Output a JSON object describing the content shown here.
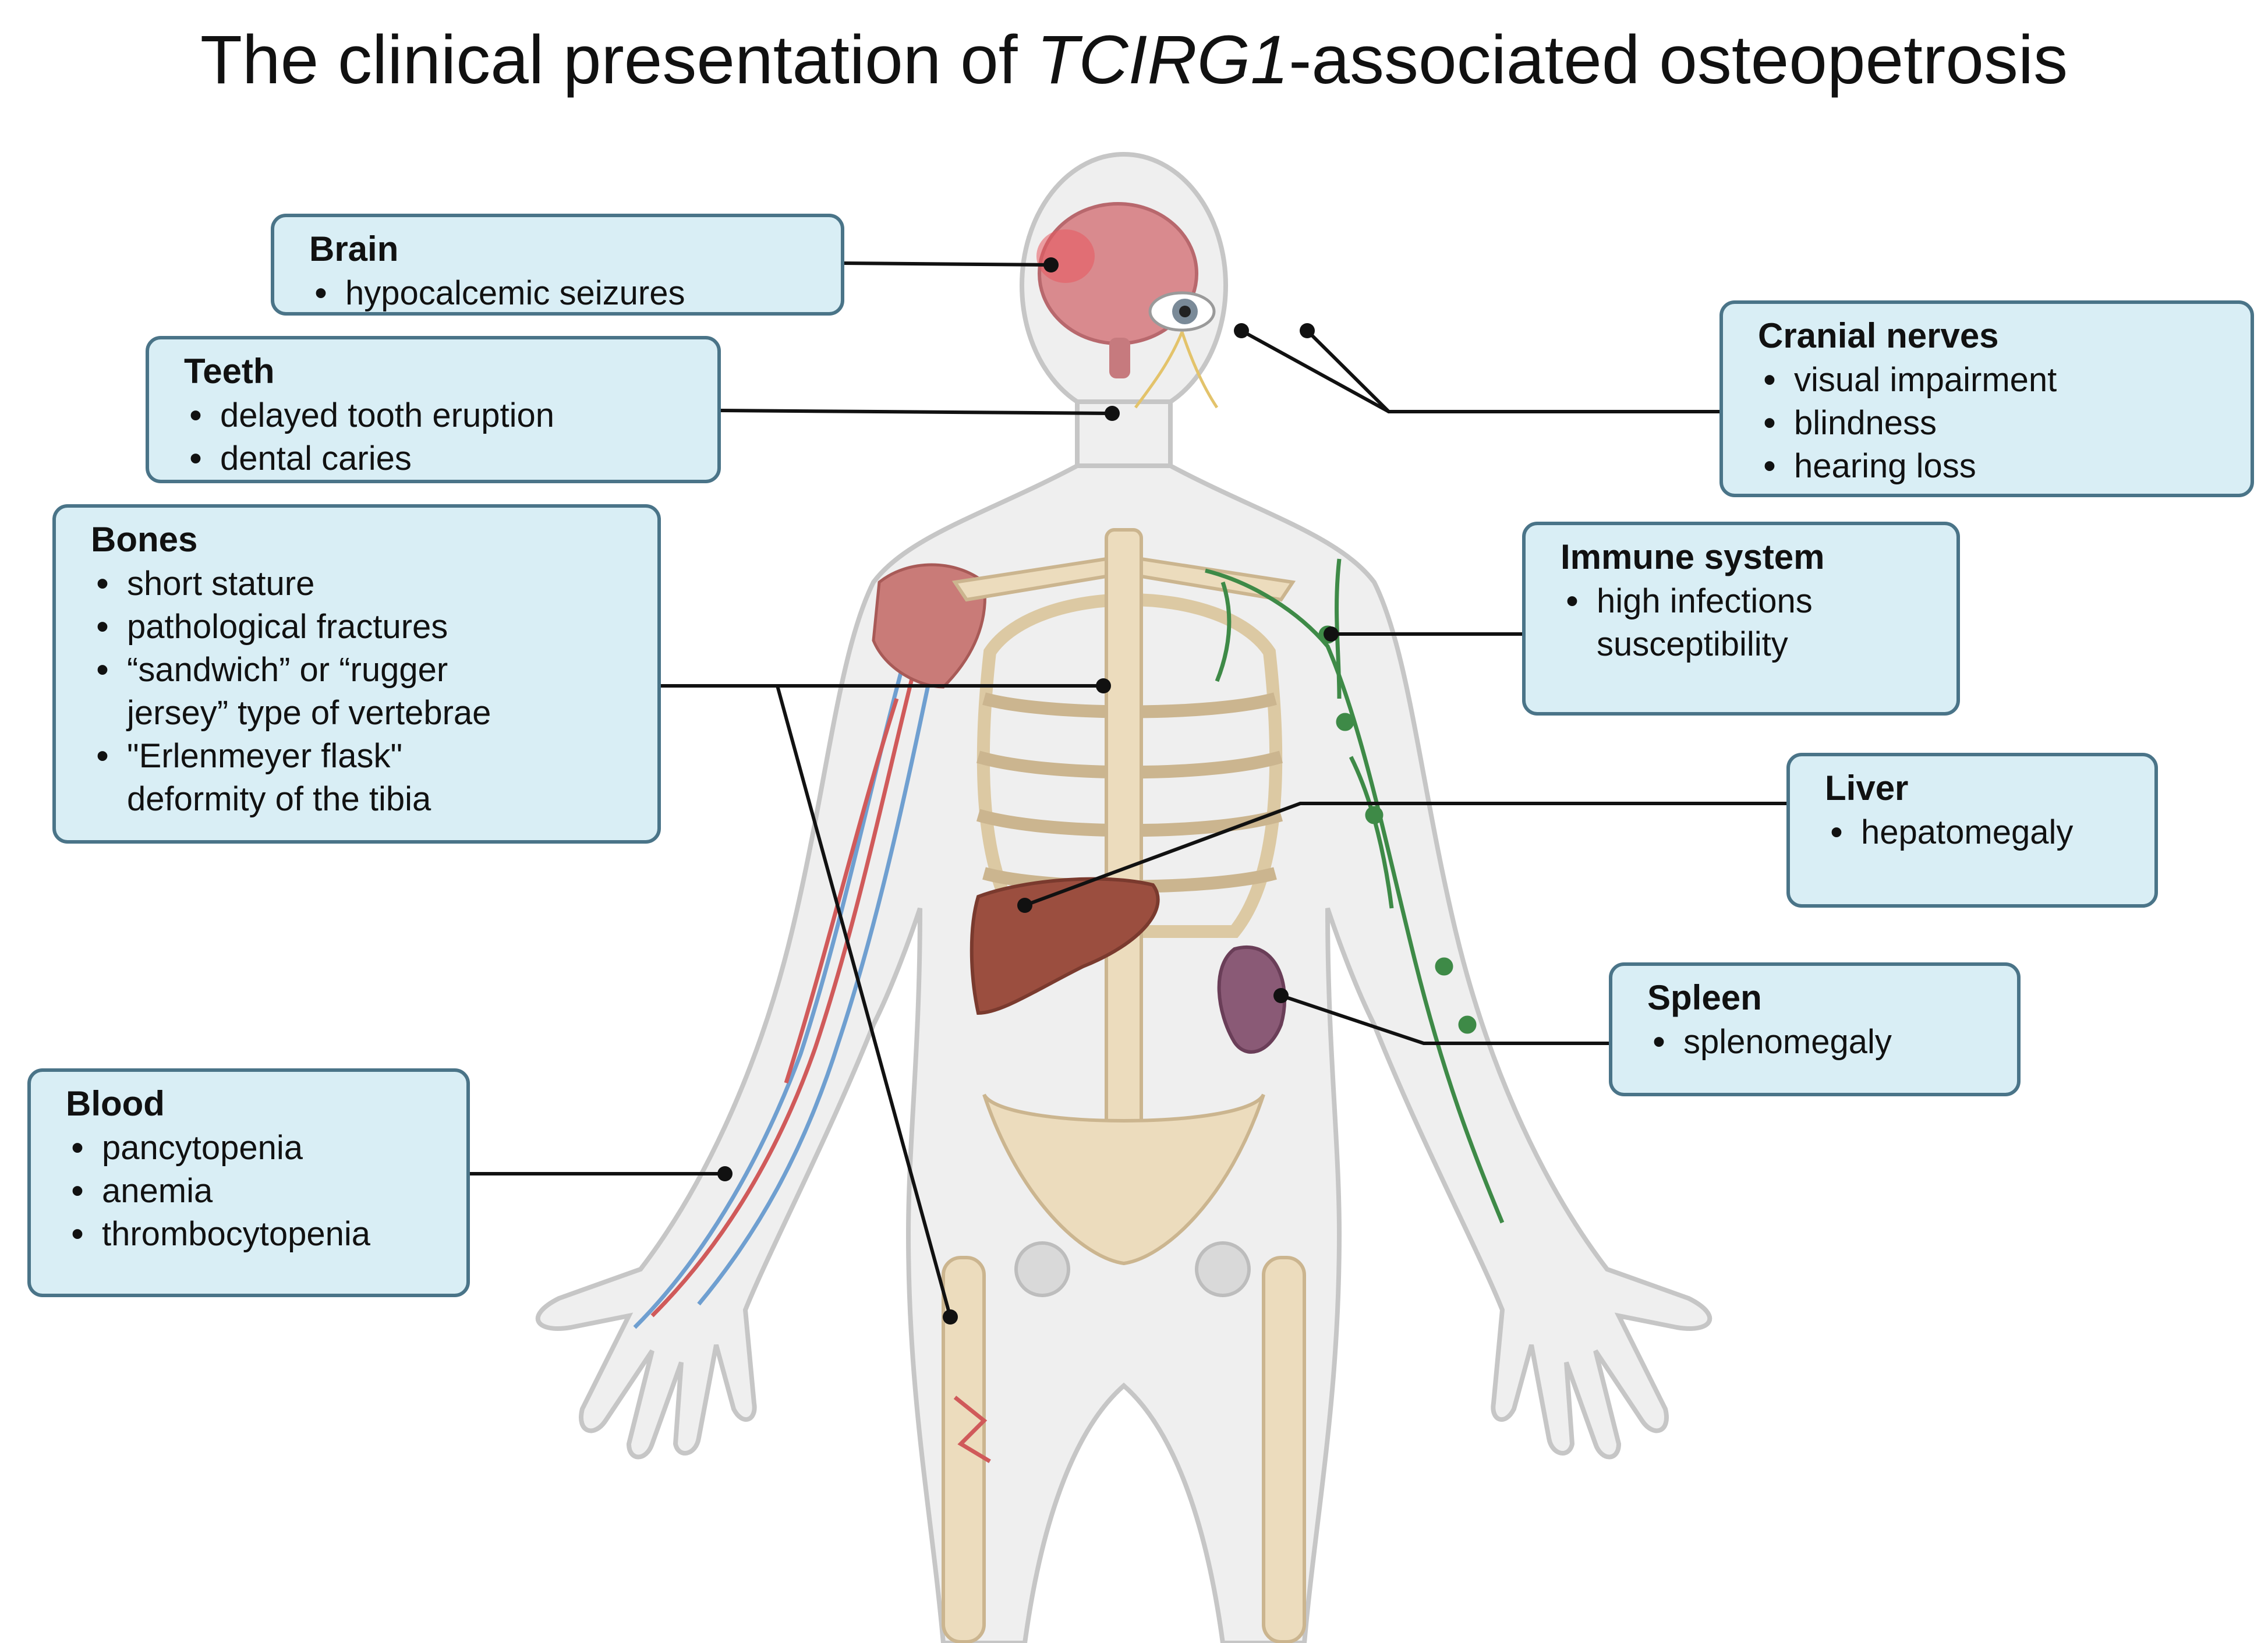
{
  "title": {
    "prefix": "The clinical presentation of ",
    "gene": "TCIRG1",
    "suffix": "-associated osteopetrosis"
  },
  "colors": {
    "box_fill": "#d9eef5",
    "box_border": "#4a7488",
    "bone": "#ecdcbd",
    "brain": "#d98a8e",
    "liver": "#9b4e3f",
    "spleen": "#8a5a76",
    "lymph": "#3e8a47",
    "artery": "#d05a5a",
    "vein": "#6f9fd0"
  },
  "illustration": {
    "body_outline": "human-body-outline",
    "skeleton": "skeleton-icon",
    "brain": "brain-icon",
    "eye": "eye-icon",
    "liver": "liver-icon",
    "spleen": "spleen-icon",
    "lymphatic": "lymphatic-vessels-icon",
    "blood_vessels": "blood-vessels-icon",
    "muscle": "shoulder-muscle-icon",
    "fracture": "fracture-icon"
  },
  "callouts": {
    "brain": {
      "heading": "Brain",
      "items": [
        "hypocalcemic seizures"
      ]
    },
    "teeth": {
      "heading": "Teeth",
      "items": [
        "delayed tooth eruption",
        "dental caries"
      ]
    },
    "bones": {
      "heading": "Bones",
      "items": [
        "short stature",
        "pathological fractures",
        "“sandwich” or “rugger jersey” type of vertebrae",
        "\"Erlenmeyer flask\" deformity of the tibia"
      ]
    },
    "blood": {
      "heading": "Blood",
      "items": [
        "pancytopenia",
        "anemia",
        "thrombocytopenia"
      ]
    },
    "cranial": {
      "heading": "Cranial nerves",
      "items": [
        "visual impairment",
        "blindness",
        "hearing loss"
      ]
    },
    "immune": {
      "heading": "Immune system",
      "items": [
        "high infections susceptibility"
      ]
    },
    "liver": {
      "heading": "Liver",
      "items": [
        "hepatomegaly"
      ]
    },
    "spleen": {
      "heading": "Spleen",
      "items": [
        "splenomegaly"
      ]
    }
  }
}
